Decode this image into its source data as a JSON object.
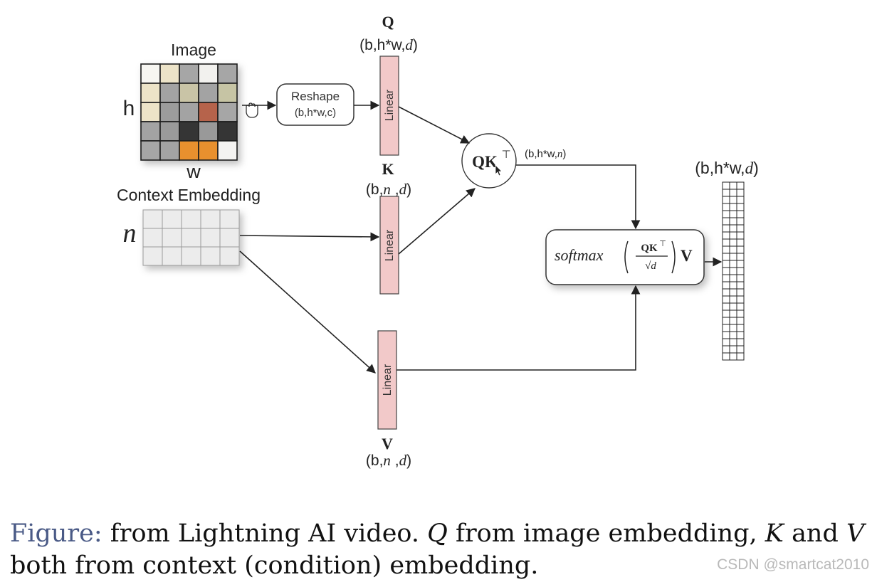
{
  "image_block": {
    "title": "Image",
    "h_label": "h",
    "w_label": "w",
    "pixel_colors": [
      [
        "#f7f6f2",
        "#ece3c8",
        "#a6a6a6",
        "#f2f1ee",
        "#a6a6a6"
      ],
      [
        "#ece3c8",
        "#a3a3a3",
        "#c9c4a6",
        "#a3a3a3",
        "#c6c4a4"
      ],
      [
        "#ece3c8",
        "#9c9c9c",
        "#a3a3a3",
        "#b6644c",
        "#a6a6a6"
      ],
      [
        "#a3a3a3",
        "#9a9a9a",
        "#343434",
        "#999999",
        "#363636"
      ],
      [
        "#a6a6a6",
        "#a3a3a3",
        "#e8902e",
        "#e8902e",
        "#f4f3f1"
      ]
    ]
  },
  "reshape": {
    "line1": "Reshape",
    "line2": "(b,h*w,c)"
  },
  "context": {
    "title": "Context Embedding",
    "n_label": "n"
  },
  "linear_label": "Linear",
  "q_branch": {
    "letter": "Q",
    "dims_a": "(b,h*w,",
    "dims_b": "d",
    "dims_c": ")"
  },
  "k_branch": {
    "letter": "K",
    "dims_a": "(b,",
    "dims_b": "n",
    "dims_c": " ,",
    "dims_d": "d",
    "dims_e": ")"
  },
  "v_branch": {
    "letter": "V",
    "dims_a": "(b,",
    "dims_b": "n",
    "dims_c": " ,",
    "dims_d": "d",
    "dims_e": ")"
  },
  "qk_node": {
    "label": "QK",
    "sup": "⊤",
    "out_a": "(b,h*w,",
    "out_b": "n",
    "out_c": ")"
  },
  "softmax": {
    "func": "softmax",
    "num": "QK",
    "num_sup": "⊤",
    "den": "√d",
    "v": "V"
  },
  "output": {
    "dims_a": "(b,h*w,",
    "dims_b": "d",
    "dims_c": ")"
  },
  "caption": {
    "lead": "Figure:",
    "p1": " from Lightning AI video. ",
    "q": "Q",
    "p2": " from image embedding, ",
    "k": "K",
    "p3": " and ",
    "v": "V",
    "line2": "both from context (condition) embedding."
  },
  "watermark": "CSDN @smartcat2010",
  "colors": {
    "linear_fill": "#f2c9c9",
    "stroke": "#222222"
  }
}
